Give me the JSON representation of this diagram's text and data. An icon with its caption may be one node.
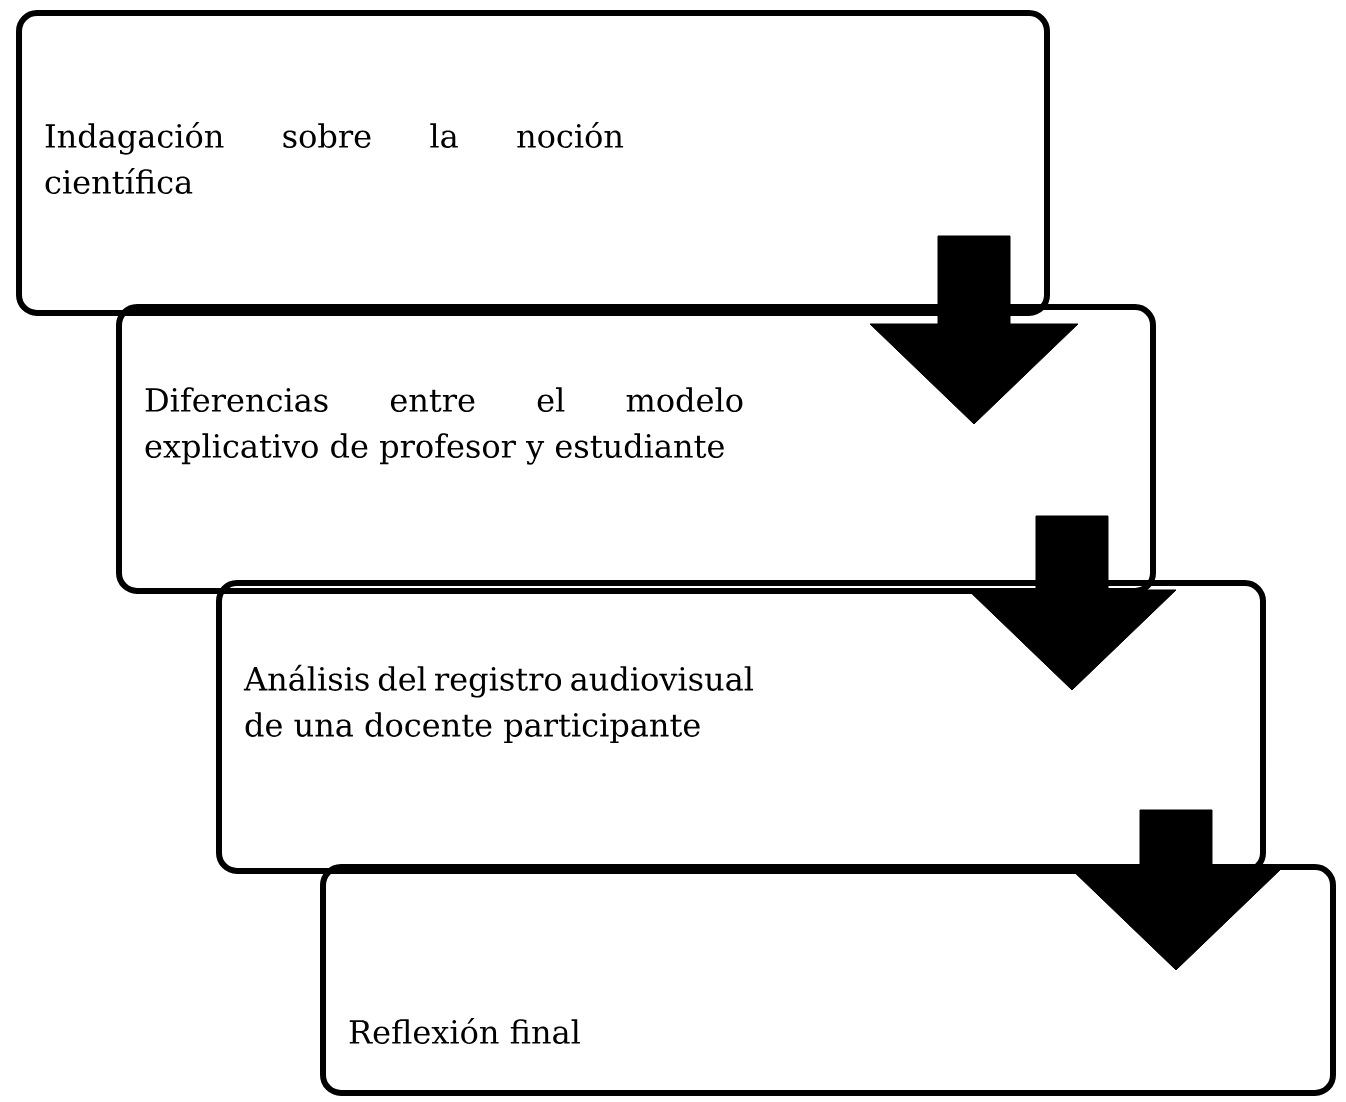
{
  "diagram": {
    "nodes": [
      {
        "text": [
          "Indagación sobre la noción científica"
        ]
      },
      {
        "text": [
          "Diferencias entre el modelo explicativo de profesor y estudiante"
        ]
      },
      {
        "text": [
          "Análisis del registro audiovisual de una docente participante"
        ]
      },
      {
        "text": [
          "Reflexión final"
        ]
      }
    ],
    "edges": [
      {
        "from": 0,
        "to": 1,
        "arrow": "to"
      },
      {
        "from": 1,
        "to": 2,
        "arrow": "to"
      },
      {
        "from": 2,
        "to": 3,
        "arrow": "to"
      }
    ]
  }
}
